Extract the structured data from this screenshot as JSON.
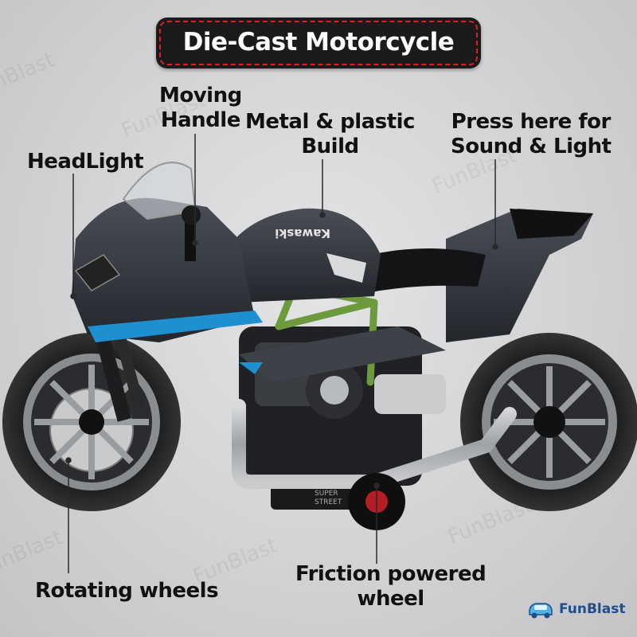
{
  "title": "Die-Cast Motorcycle",
  "watermark": "FunBlast",
  "labels": {
    "moving_handle": [
      "Moving",
      "Handle"
    ],
    "metal_plastic": [
      "Metal & plastic",
      "Build"
    ],
    "press_here": [
      "Press here for",
      "Sound & Light"
    ],
    "headlight": "HeadLight",
    "rotating_wheels": "Rotating wheels",
    "friction_wheel": [
      "Friction powered",
      "wheel"
    ]
  },
  "tank_brand": "Kawaski",
  "exhaust_text": [
    "SUPER",
    "STREET"
  ],
  "brand_logo": {
    "name": "FunBlast",
    "icon": "car-icon",
    "color": "#1e4f8c"
  },
  "colors": {
    "title_bg": "#1b1b1b",
    "title_border": "#e02020",
    "frame": "#6e9a3e",
    "body": "#2f3338",
    "accent": "#1e8fd0"
  }
}
